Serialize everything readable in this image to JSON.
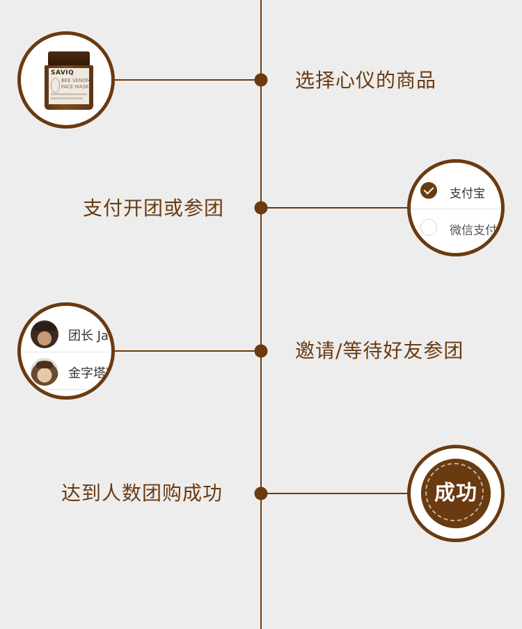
{
  "colors": {
    "background": "#eeeded",
    "brown": "#6a3a10",
    "brown_text": "#6a3a10"
  },
  "steps": [
    {
      "label": "选择心仪的商品",
      "icon": "product-jar-image",
      "product": {
        "brand": "SAVIQ",
        "line1": "BEE VENOM",
        "line2": "FACE MASK"
      }
    },
    {
      "label": "支付开团或参团",
      "icon": "payment-options-image",
      "payment_options": [
        {
          "label": "支付宝",
          "checked": true
        },
        {
          "label": "微信支付",
          "checked": false
        }
      ]
    },
    {
      "label": "邀请/等待好友参团",
      "icon": "group-members-image",
      "members": [
        {
          "name": "团长 Ja"
        },
        {
          "name": "金字塔料"
        }
      ]
    },
    {
      "label": "达到人数团购成功",
      "icon": "success-stamp-image",
      "stamp_text": "成功"
    }
  ]
}
